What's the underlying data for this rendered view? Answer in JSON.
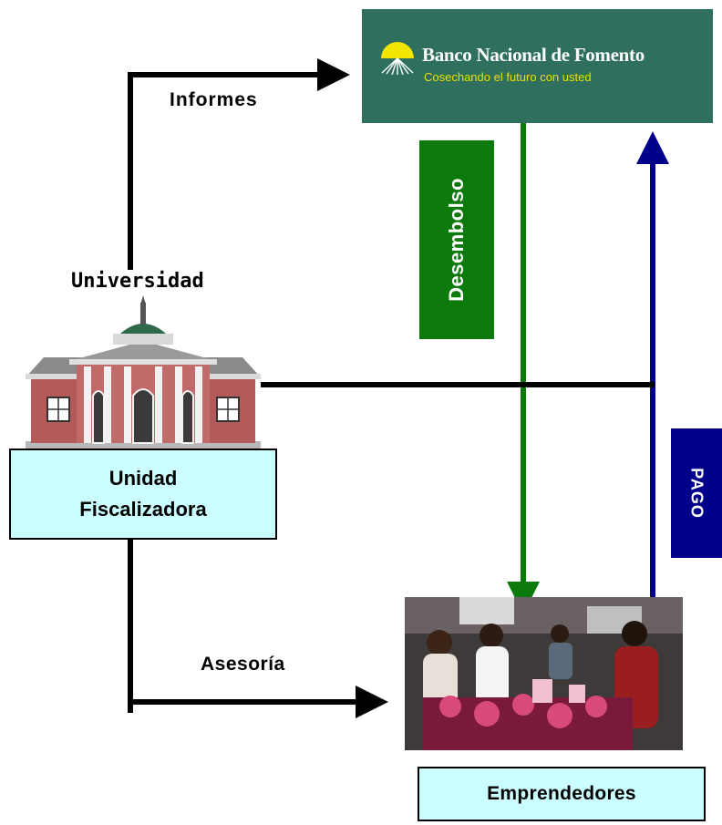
{
  "bank": {
    "name": "Banco Nacional de Fomento",
    "slogan": "Cosechando el futuro con usted",
    "logo_icon": "sun-rays-logo"
  },
  "labels": {
    "informes": "Informes",
    "universidad": "Universidad",
    "asesoria": "Asesoría",
    "desembolso": "Desembolso",
    "pago": "PAGO"
  },
  "unidad": {
    "line1": "Unidad",
    "line2": "Fiscalizadora"
  },
  "emprendedores": "Emprendedores",
  "images": {
    "building": "university-building-illustration",
    "photo": "entrepreneurs-market-photo"
  },
  "colors": {
    "bank_bg": "#2e6f5e",
    "slogan": "#e8e000",
    "desembolso": "#0b7a0b",
    "pago": "#00008b",
    "box_fill": "#ccffff",
    "arrow_black": "#000000"
  }
}
